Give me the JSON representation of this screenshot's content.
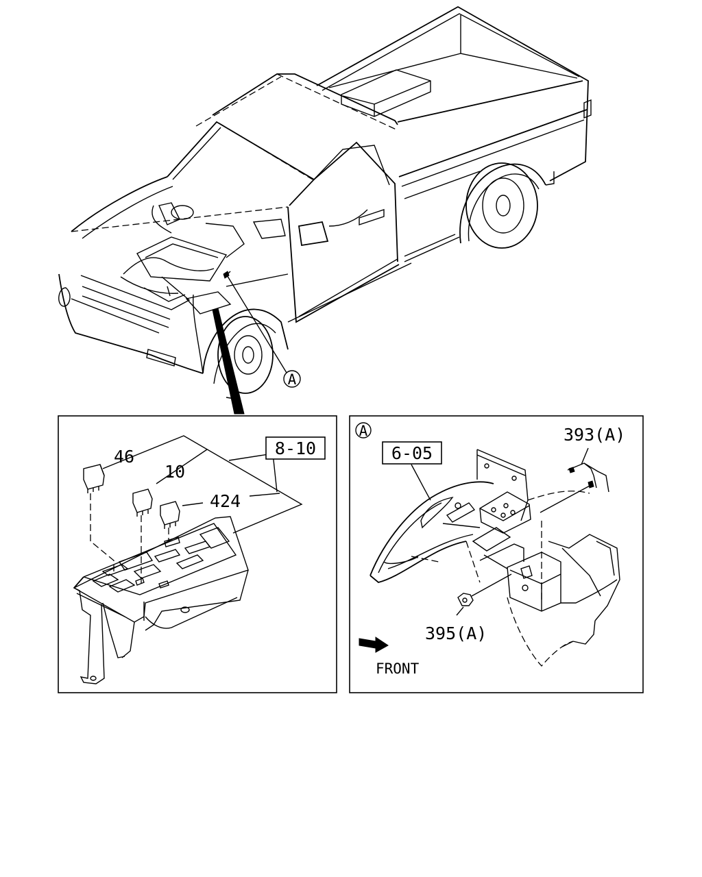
{
  "callouts": {
    "ref_a": "A",
    "relay_46": "46",
    "relay_10": "10",
    "relay_424": "424",
    "ref_8_10": "8-10",
    "ref_6_05": "6-05",
    "part_393": "393(A)",
    "part_395": "395(A)",
    "front": "FRONT"
  }
}
